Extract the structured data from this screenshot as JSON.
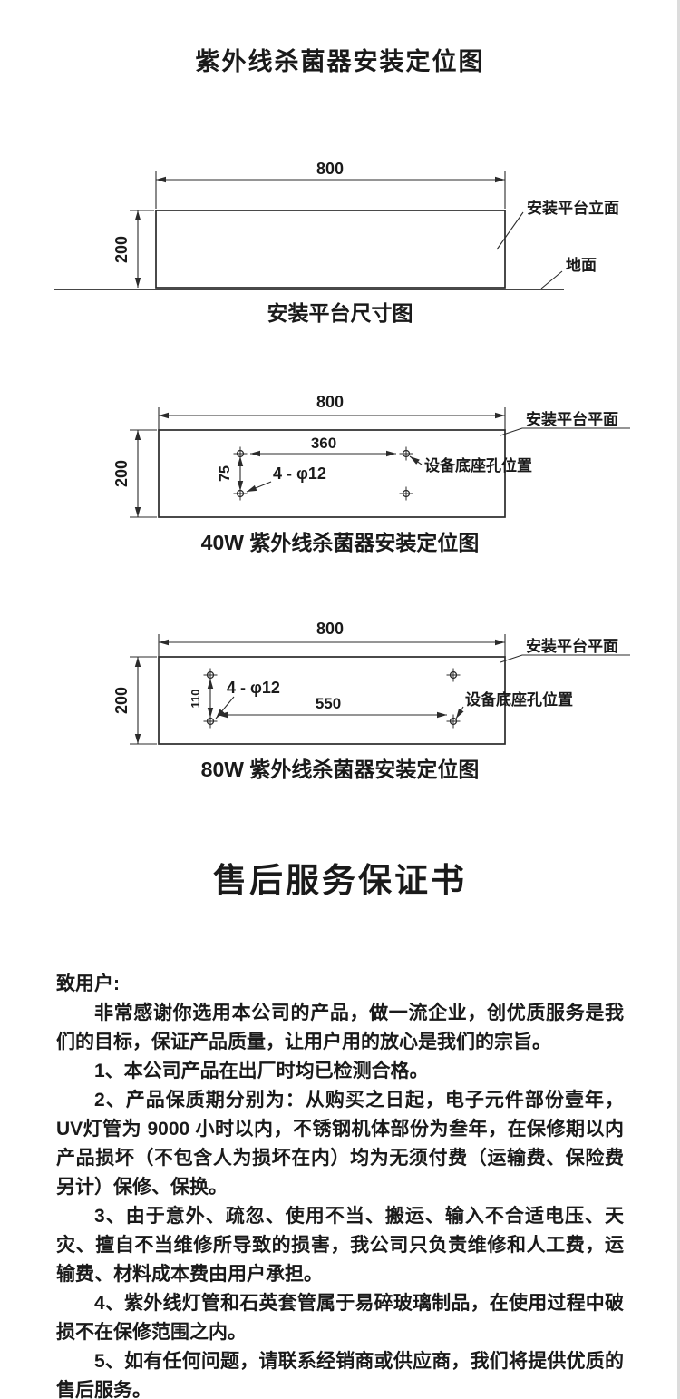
{
  "page": {
    "title": "紫外线杀菌器安装定位图"
  },
  "colors": {
    "ink": "#1a1a1a",
    "background": "#ffffff"
  },
  "platform_diagram": {
    "dim_width": "800",
    "dim_height": "200",
    "label_elevation": "安装平台立面",
    "label_ground": "地面",
    "caption": "安装平台尺寸图"
  },
  "diagram_40w": {
    "dim_width": "800",
    "dim_height": "200",
    "dim_hole_span": "360",
    "dim_hole_pitch": "75",
    "hole_spec": "4 - φ12",
    "label_plane": "安装平台平面",
    "label_holes": "设备底座孔位置",
    "caption": "40W 紫外线杀菌器安装定位图"
  },
  "diagram_80w": {
    "dim_width": "800",
    "dim_height": "200",
    "dim_hole_span": "550",
    "dim_hole_pitch": "110",
    "hole_spec": "4 - φ12",
    "label_plane": "安装平台平面",
    "label_holes": "设备底座孔位置",
    "caption": "80W 紫外线杀菌器安装定位图"
  },
  "warranty": {
    "title": "售后服务保证书",
    "salutation": "致用户:",
    "paragraphs": [
      "非常感谢你选用本公司的产品，做一流企业，创优质服务是我们的目标，保证产品质量，让用户用的放心是我们的宗旨。",
      "1、本公司产品在出厂时均已检测合格。",
      "2、产品保质期分别为：从购买之日起，电子元件部份壹年，UV灯管为 9000 小时以内，不锈钢机体部份为叁年，在保修期以内产品损坏（不包含人为损坏在内）均为无须付费（运输费、保险费另计）保修、保换。",
      "3、由于意外、疏忽、使用不当、搬运、输入不合适电压、天灾、擅自不当维修所导致的损害，我公司只负责维修和人工费，运输费、材料成本费由用户承担。",
      "4、紫外线灯管和石英套管属于易碎玻璃制品，在使用过程中破损不在保修范围之内。",
      "5、如有任何问题，请联系经销商或供应商，我们将提供优质的售后服务。"
    ]
  }
}
